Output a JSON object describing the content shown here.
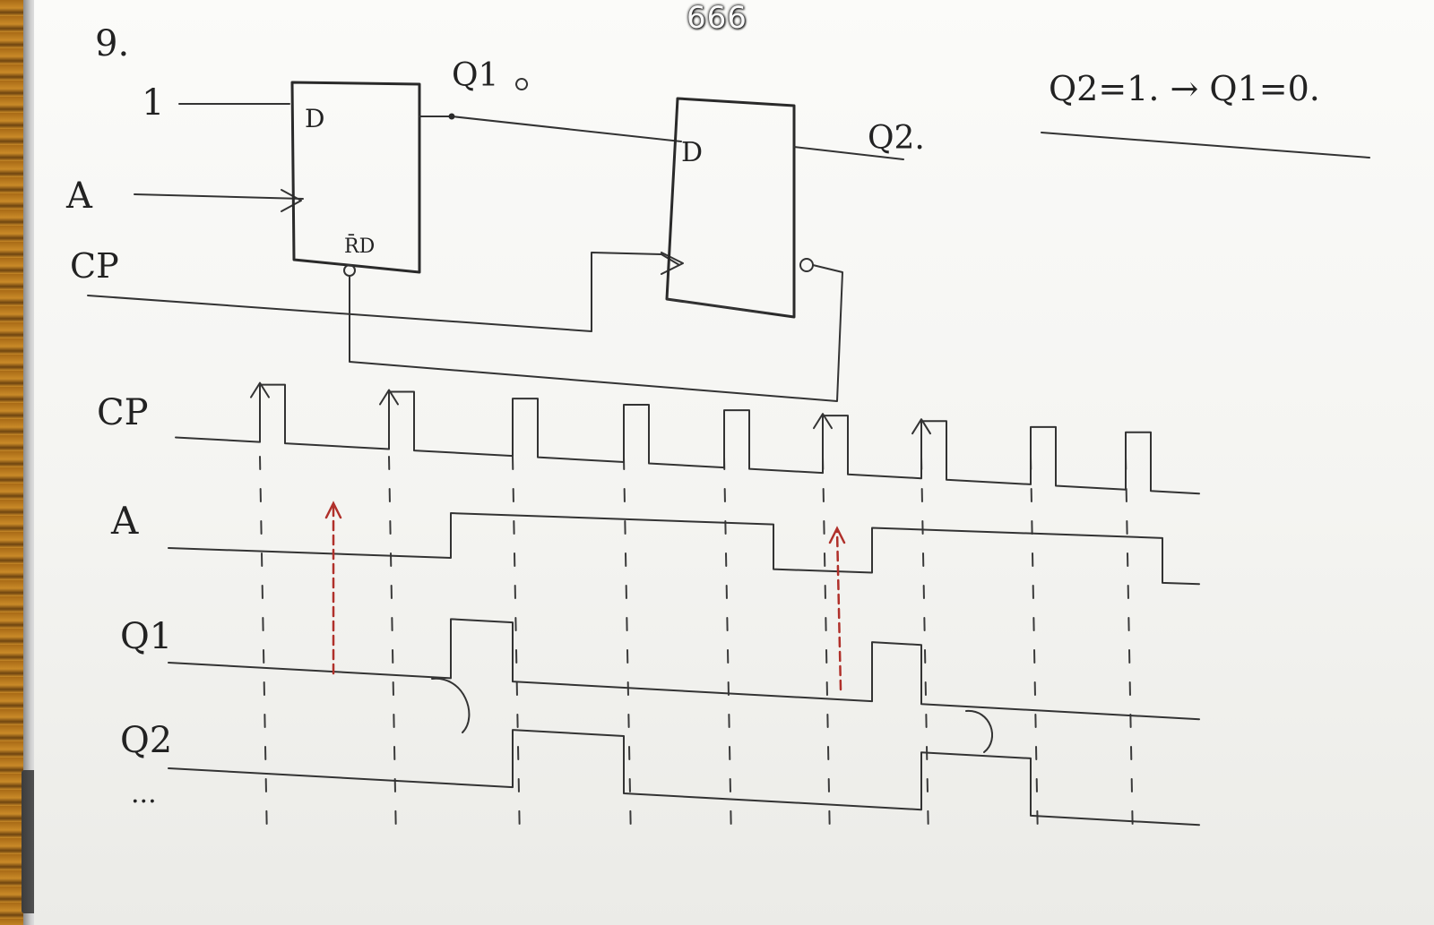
{
  "overlay": {
    "page_number": "666"
  },
  "problem": {
    "number": "9."
  },
  "circuit": {
    "input_one": "1",
    "input_a": "A",
    "input_cp": "CP",
    "ff1": {
      "d_label": "D",
      "reset_label": "R̄D"
    },
    "ff2": {
      "d_label": "D"
    },
    "output_q1": "Q1",
    "output_q2": "Q2."
  },
  "note": {
    "text": "Q2=1. → Q1=0."
  },
  "waveforms": {
    "labels": {
      "cp": "CP",
      "a": "A",
      "q1": "Q1",
      "q2": "Q2",
      "ellipsis": "..."
    },
    "cp_pulse_count": 9,
    "cp_marked_edges": [
      1,
      2,
      6,
      7
    ],
    "a_pulses": [
      [
        2.5,
        5.5
      ],
      [
        6.5,
        9.5
      ]
    ],
    "q1_high": [
      [
        2.5,
        3
      ],
      [
        6.5,
        7
      ]
    ],
    "q2_high": [
      [
        3,
        4
      ],
      [
        7,
        8
      ]
    ]
  }
}
